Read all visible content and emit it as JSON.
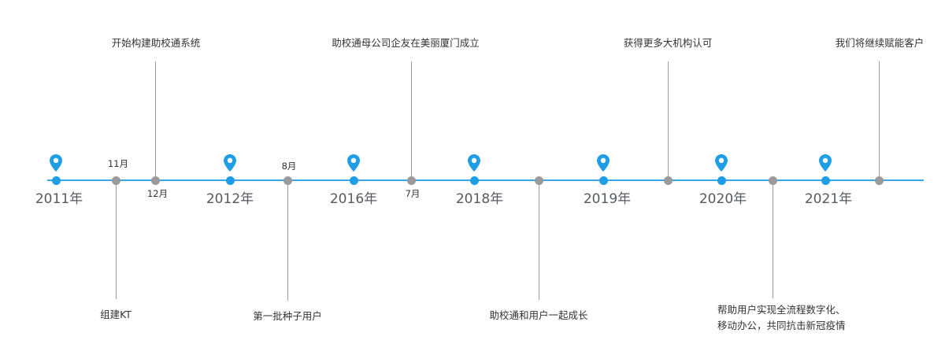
{
  "colors": {
    "axis": "#3ba5e6",
    "year_marker": "#1f9de6",
    "event_marker": "#9a9a9a",
    "year_text": "#555a62",
    "event_text": "#333333"
  },
  "years": [
    {
      "label": "2011年"
    },
    {
      "label": "2012年"
    },
    {
      "label": "2016年"
    },
    {
      "label": "2018年"
    },
    {
      "label": "2019年"
    },
    {
      "label": "2020年"
    },
    {
      "label": "2021年"
    }
  ],
  "events": [
    {
      "month": "11月",
      "text": "组建KT"
    },
    {
      "month": "12月",
      "text": "开始构建助校通系统"
    },
    {
      "month": "8月",
      "text": "第一批种子用户"
    },
    {
      "month": "7月",
      "text": "助校通母公司企友在美丽厦门成立"
    },
    {
      "month": "",
      "text": "助校通和用户一起成长"
    },
    {
      "month": "",
      "text": "获得更多大机构认可"
    },
    {
      "month": "",
      "text_lines": [
        "帮助用户实现全流程数字化、",
        "移动办公，共同抗击新冠疫情"
      ]
    },
    {
      "month": "",
      "text": "我们将继续赋能客户"
    }
  ]
}
